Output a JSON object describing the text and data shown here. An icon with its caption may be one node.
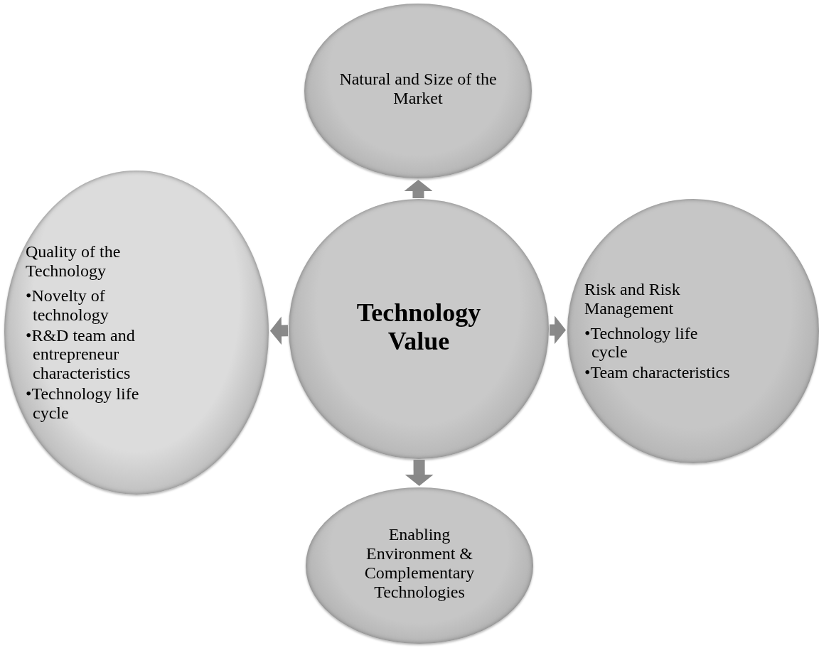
{
  "diagram": {
    "nodes": [
      {
        "text": [
          "Technology Value"
        ]
      },
      {
        "text": [
          "Natural and Size of the Market"
        ]
      },
      {
        "text": [
          "Quality of the Technology",
          "•Novelty of technology",
          "•R&D team and entrepreneur characteristics",
          "•Technology life cycle"
        ]
      },
      {
        "text": [
          "Risk and Risk Management",
          "•Technology life cycle",
          "•Team characteristics"
        ]
      },
      {
        "text": [
          "Enabling Environment & Complementary Technologies"
        ]
      }
    ],
    "edges": [
      {
        "from": 0,
        "to": 1,
        "arrow": "to"
      },
      {
        "from": 0,
        "to": 2,
        "arrow": "to"
      },
      {
        "from": 0,
        "to": 3,
        "arrow": "to"
      },
      {
        "from": 0,
        "to": 4,
        "arrow": "to"
      }
    ]
  }
}
